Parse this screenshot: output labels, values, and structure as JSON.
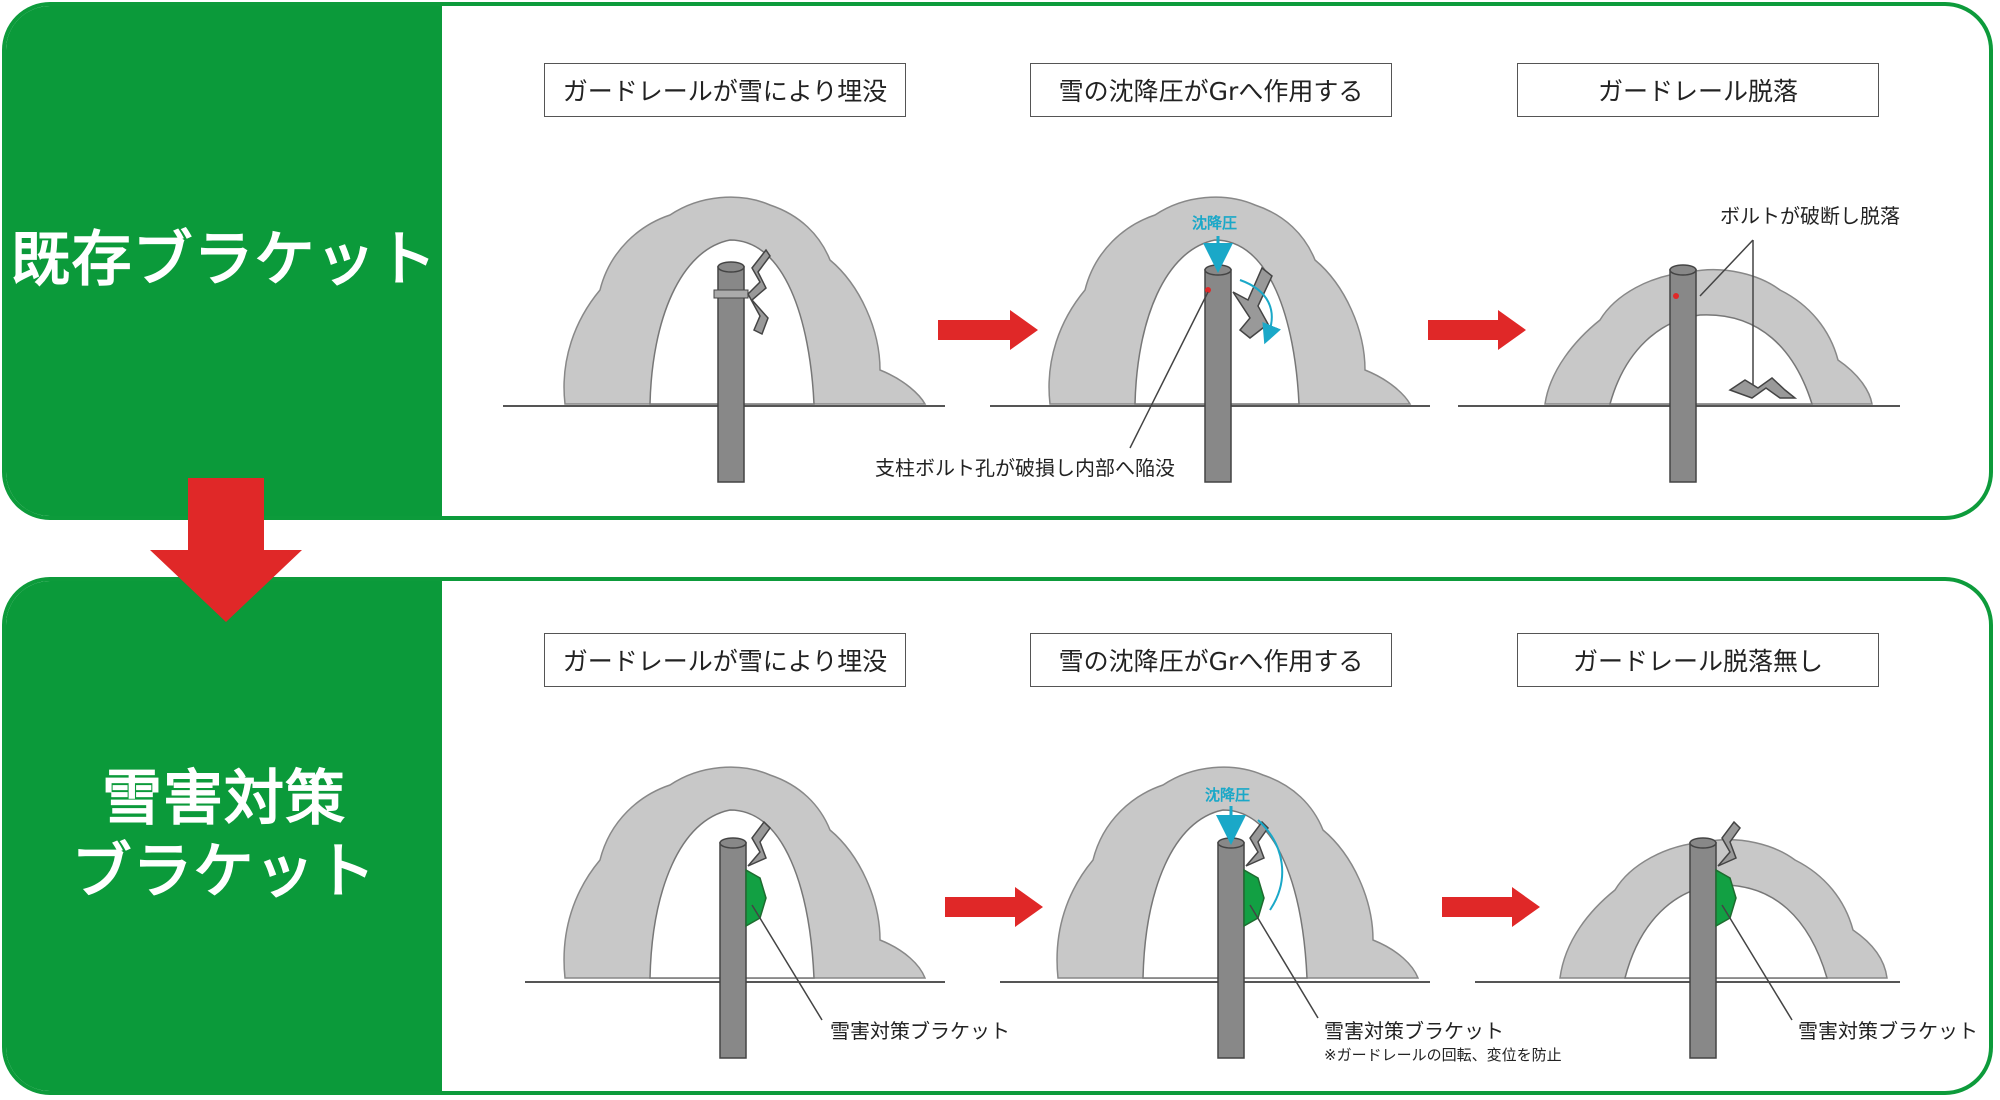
{
  "colors": {
    "green": "#0b9a3a",
    "red": "#e02828",
    "snow": "#c8c8c8",
    "post": "#888888",
    "bracket": "#12a043",
    "sink": "#1aa8c8"
  },
  "existing": {
    "title_lines": [
      "既存ブラケット"
    ],
    "captions": [
      "ガードレールが雪により埋没",
      "雪の沈降圧がGrへ作用する",
      "ガードレール脱落"
    ],
    "sink_label": "沈降圧",
    "note_hole": "支柱ボルト孔が破損し内部へ陥没",
    "note_bolt": "ボルトが破断し脱落"
  },
  "snow": {
    "title_lines": [
      "雪害対策",
      "ブラケット"
    ],
    "captions": [
      "ガードレールが雪により埋没",
      "雪の沈降圧がGrへ作用する",
      "ガードレール脱落無し"
    ],
    "sink_label": "沈降圧",
    "bracket_label": "雪害対策ブラケット",
    "bracket_note": "※ガードレールの回転、変位を防止"
  }
}
